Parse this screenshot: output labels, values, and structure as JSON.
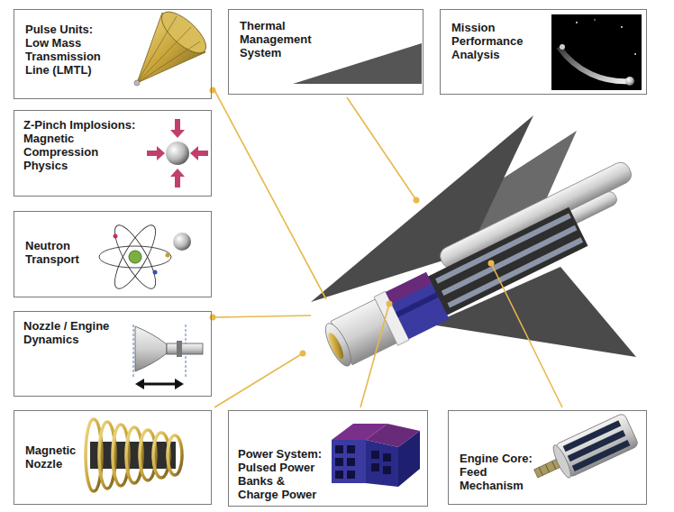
{
  "diagram": {
    "nodes": [
      {
        "text": [
          "Pulse Units: Low Mass Transmission Line (LMTL)"
        ]
      },
      {
        "text": [
          "Thermal Management System"
        ]
      },
      {
        "text": [
          "Mission Performance Analysis"
        ]
      },
      {
        "text": [
          "Z-Pinch Implosions: Magnetic Compression Physics"
        ]
      },
      {
        "text": [
          "Neutron Transport"
        ]
      },
      {
        "text": [
          "Nozzle / Engine Dynamics"
        ]
      },
      {
        "text": [
          "Magnetic Nozzle"
        ]
      },
      {
        "text": [
          "Power System: Pulsed Power Banks & Charge Power"
        ]
      },
      {
        "text": [
          "Engine Core: Feed Mechanism"
        ]
      }
    ]
  }
}
